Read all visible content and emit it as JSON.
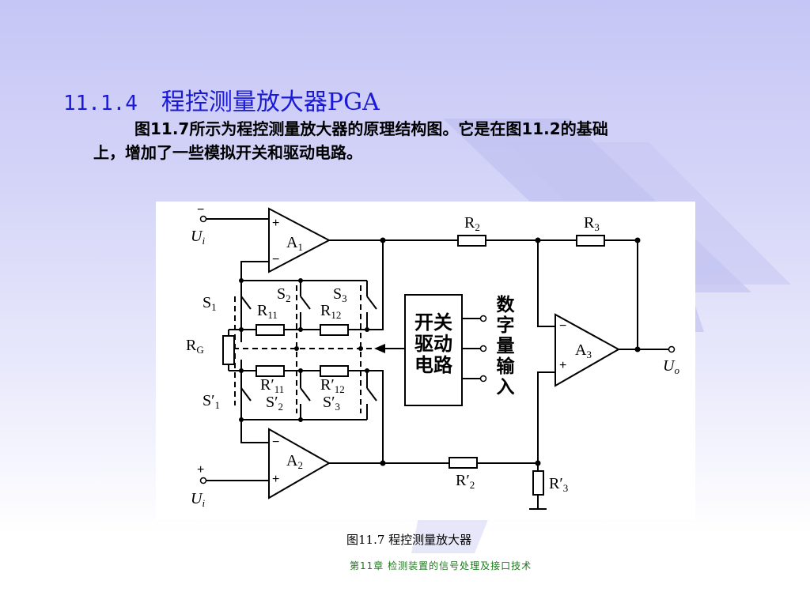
{
  "slide": {
    "section_number": "11.1.4",
    "section_title": "程控测量放大器PGA",
    "paragraph_line1": "图11.7所示为程控测量放大器的原理结构图。它是在图11.2的基础",
    "paragraph_line2": "上，增加了一些模拟开关和驱动电路。",
    "figure_caption": "图11.7  程控测量放大器",
    "footer": "第11章   检测装置的信号处理及接口技术"
  },
  "circuit": {
    "input_top": {
      "symbol": "U",
      "sub": "i",
      "mark": "−"
    },
    "input_bottom": {
      "symbol": "U",
      "sub": "i",
      "mark": "+"
    },
    "output": {
      "symbol": "U",
      "sub": "o"
    },
    "opamp_a1": {
      "name": "A",
      "sub": "1"
    },
    "opamp_a2": {
      "name": "A",
      "sub": "2"
    },
    "opamp_a3": {
      "name": "A",
      "sub": "3"
    },
    "resistor_r2": {
      "name": "R",
      "sub": "2"
    },
    "resistor_r3": {
      "name": "R",
      "sub": "3"
    },
    "resistor_r2p": {
      "name": "R′",
      "sub": "2"
    },
    "resistor_r3p": {
      "name": "R′",
      "sub": "3"
    },
    "resistor_rg": {
      "name": "R",
      "sub": "G"
    },
    "resistor_r11": {
      "name": "R",
      "sub": "11"
    },
    "resistor_r12": {
      "name": "R",
      "sub": "12"
    },
    "resistor_r11p": {
      "name": "R′",
      "sub": "11"
    },
    "resistor_r12p": {
      "name": "R′",
      "sub": "12"
    },
    "switch_s1": {
      "name": "S",
      "sub": "1"
    },
    "switch_s2": {
      "name": "S",
      "sub": "2"
    },
    "switch_s3": {
      "name": "S",
      "sub": "3"
    },
    "switch_s1p": {
      "name": "S′",
      "sub": "1"
    },
    "switch_s2p": {
      "name": "S′",
      "sub": "2"
    },
    "switch_s3p": {
      "name": "S′",
      "sub": "3"
    },
    "driver_box_line1": "开关",
    "driver_box_line2": "驱动",
    "driver_box_line3": "电路",
    "digital_input": [
      "数",
      "字",
      "量",
      "输",
      "入"
    ],
    "plus": "+",
    "minus": "−"
  }
}
